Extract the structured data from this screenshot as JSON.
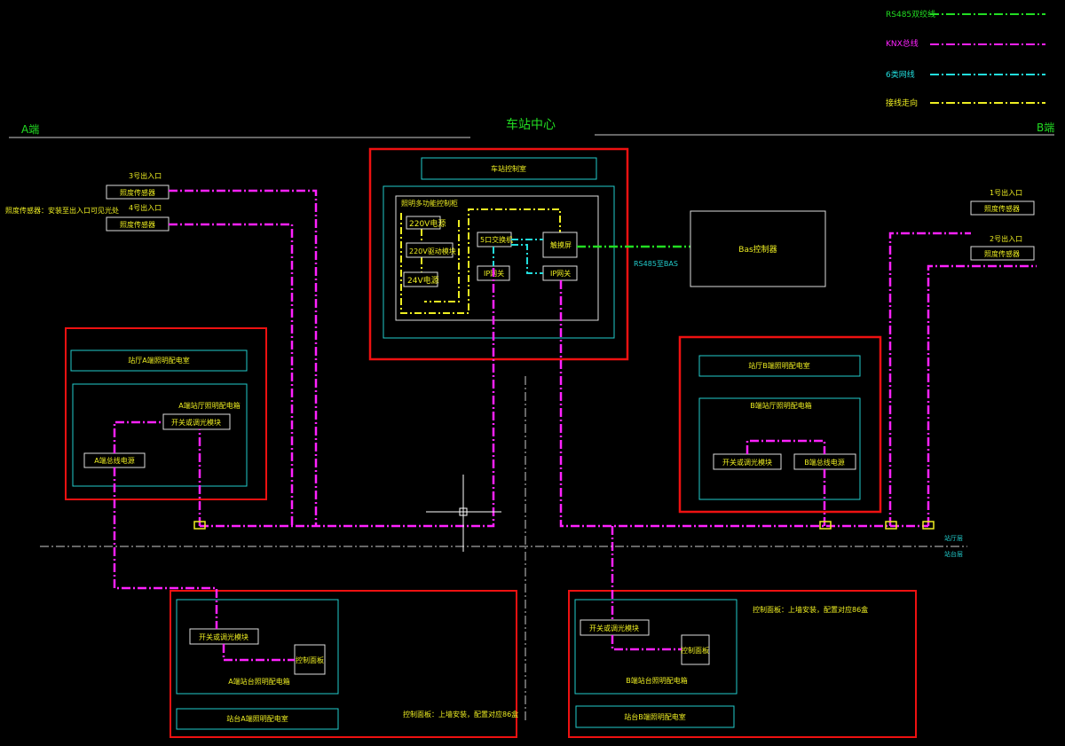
{
  "legend": {
    "items": [
      {
        "label": "RS485双绞线",
        "color": "#22dd22"
      },
      {
        "label": "KNX总线",
        "color": "#ff22ff"
      },
      {
        "label": "6类网线",
        "color": "#22dddd"
      },
      {
        "label": "接线走向",
        "color": "#eeee22"
      }
    ]
  },
  "header": {
    "left_end": "A端",
    "right_end": "B端",
    "center": "车站中心"
  },
  "station_control": {
    "room": "车站控制室",
    "cabinet": "照明多功能控制柜",
    "items": {
      "psu220": "220V电源",
      "module220": "220V驱动模块",
      "psu24": "24V电源",
      "switch5": "5口交换机",
      "gateway": "IP网关",
      "gateway2": "IP网关",
      "controller": "触摸屏"
    }
  },
  "bas": {
    "label": "Bas控制器",
    "link": "RS485至BAS"
  },
  "left_sensors": {
    "note": "照度传感器：安装至出入口可见光处",
    "exit3": "3号出入口",
    "exit4": "4号出入口",
    "sensor3": "照度传感器",
    "sensor4": "照度传感器"
  },
  "right_sensors": {
    "exit1": "1号出入口",
    "exit2": "2号出入口",
    "sensor1": "照度传感器",
    "sensor2": "照度传感器"
  },
  "room_a_hall": {
    "room": "站厅A端照明配电室",
    "cabinet": "A端站厅照明配电箱",
    "module": "开关或调光模块",
    "panel": "A端总线电源"
  },
  "room_b_hall": {
    "room": "站厅B端照明配电室",
    "cabinet": "B端站厅照明配电箱",
    "module": "开关或调光模块",
    "panel": "B端总线电源"
  },
  "room_a_platform": {
    "room": "站台A端照明配电室",
    "cabinet": "A端站台照明配电箱",
    "module": "开关或调光模块",
    "panel": "控制面板",
    "note": "控制面板：上墙安装，配置对应86盒"
  },
  "room_b_platform": {
    "room": "站台B端照明配电室",
    "cabinet": "B端站台照明配电箱",
    "module": "开关或调光模块",
    "panel": "控制面板",
    "note": "控制面板：上墙安装，配置对应86盒"
  },
  "levels": {
    "hall": "站厅层",
    "platform": "站台层"
  }
}
